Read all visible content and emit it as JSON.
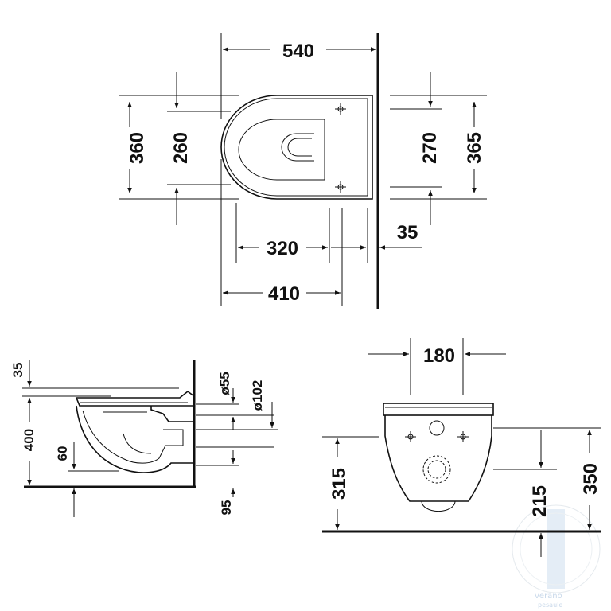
{
  "top_view": {
    "width_overall": "540",
    "depth_outer_left": "360",
    "depth_inner_left": "260",
    "depth_inner_right": "270",
    "depth_outer_right": "365",
    "length_320": "320",
    "length_410": "410",
    "wall_offset": "35"
  },
  "side_view": {
    "top_gap": "35",
    "height": "400",
    "inner_height": "60",
    "bottom_gap": "95",
    "pipe_small": "ø55",
    "pipe_large": "ø102"
  },
  "front_view": {
    "bolt_spacing": "180",
    "fixing_height_left": "315",
    "outlet_height": "215",
    "fixing_height_right": "350"
  },
  "watermark": {
    "brand": "verano",
    "sub": "pesaule"
  }
}
